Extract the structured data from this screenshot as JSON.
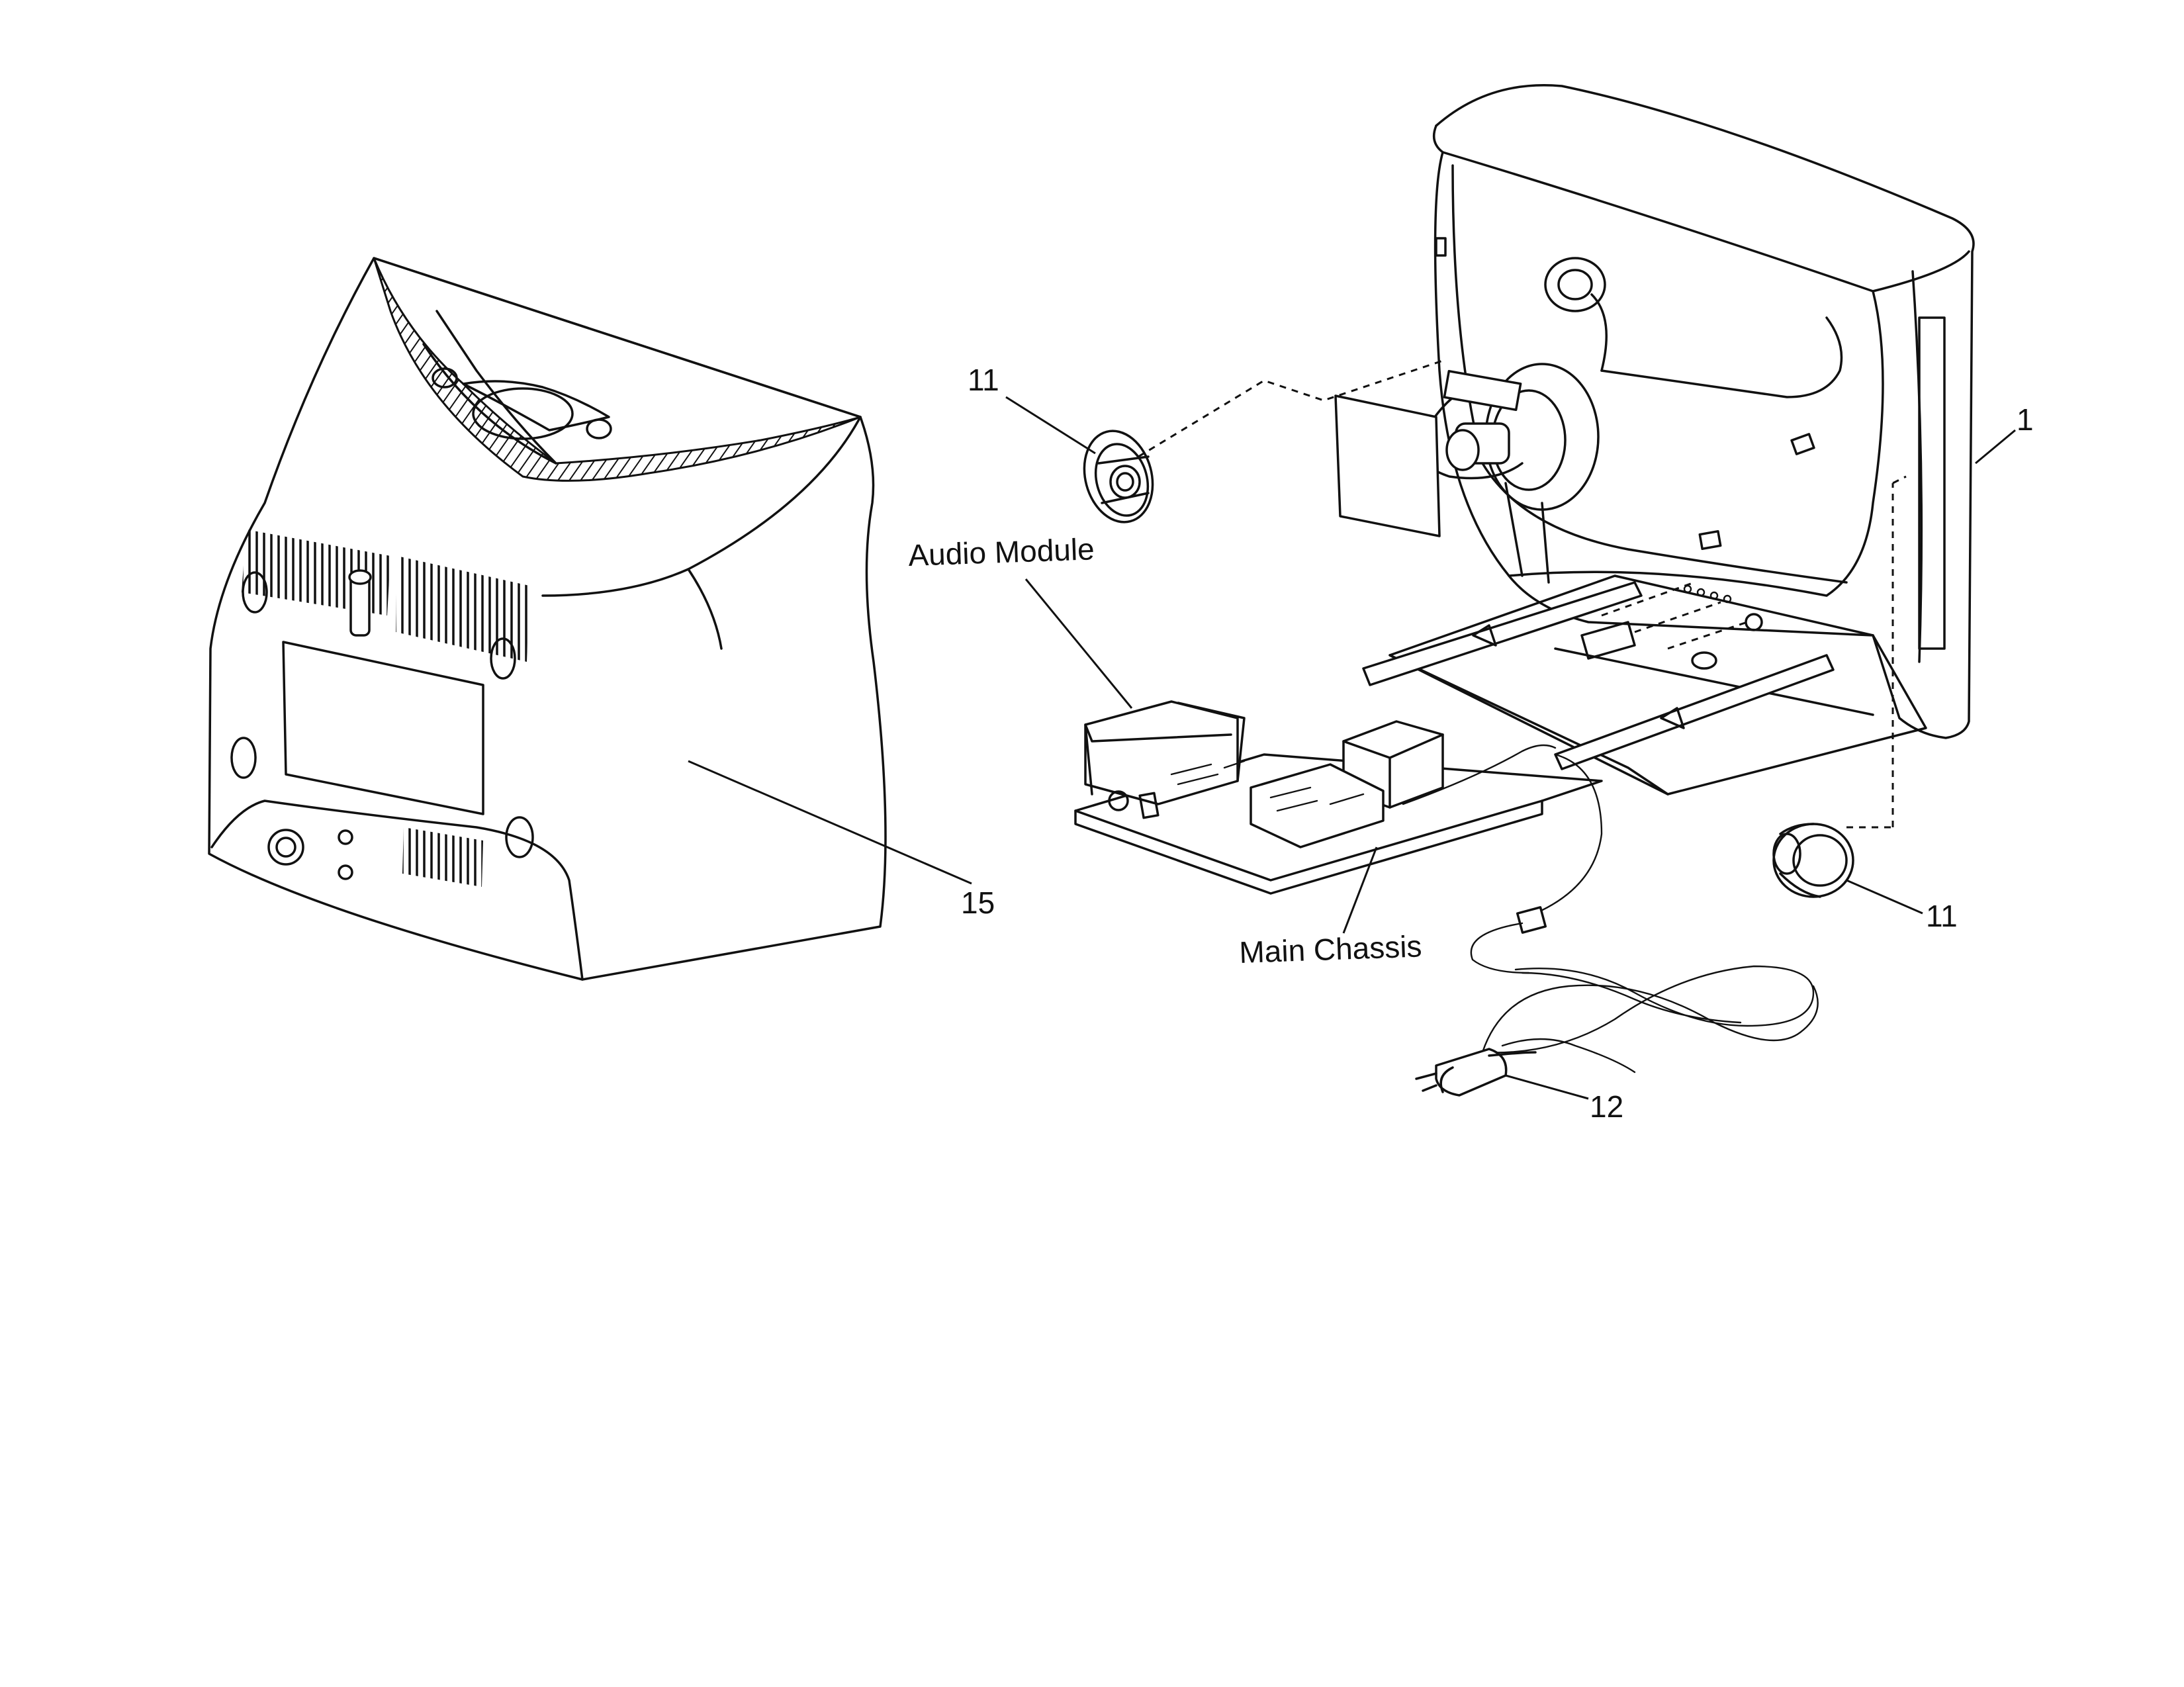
{
  "labels": {
    "cabinet_back": "15",
    "crt_assembly": "1",
    "speaker_left": "11",
    "speaker_right": "11",
    "power_cord": "12",
    "audio_module": "Audio Module",
    "main_chassis": "Main Chassis"
  }
}
